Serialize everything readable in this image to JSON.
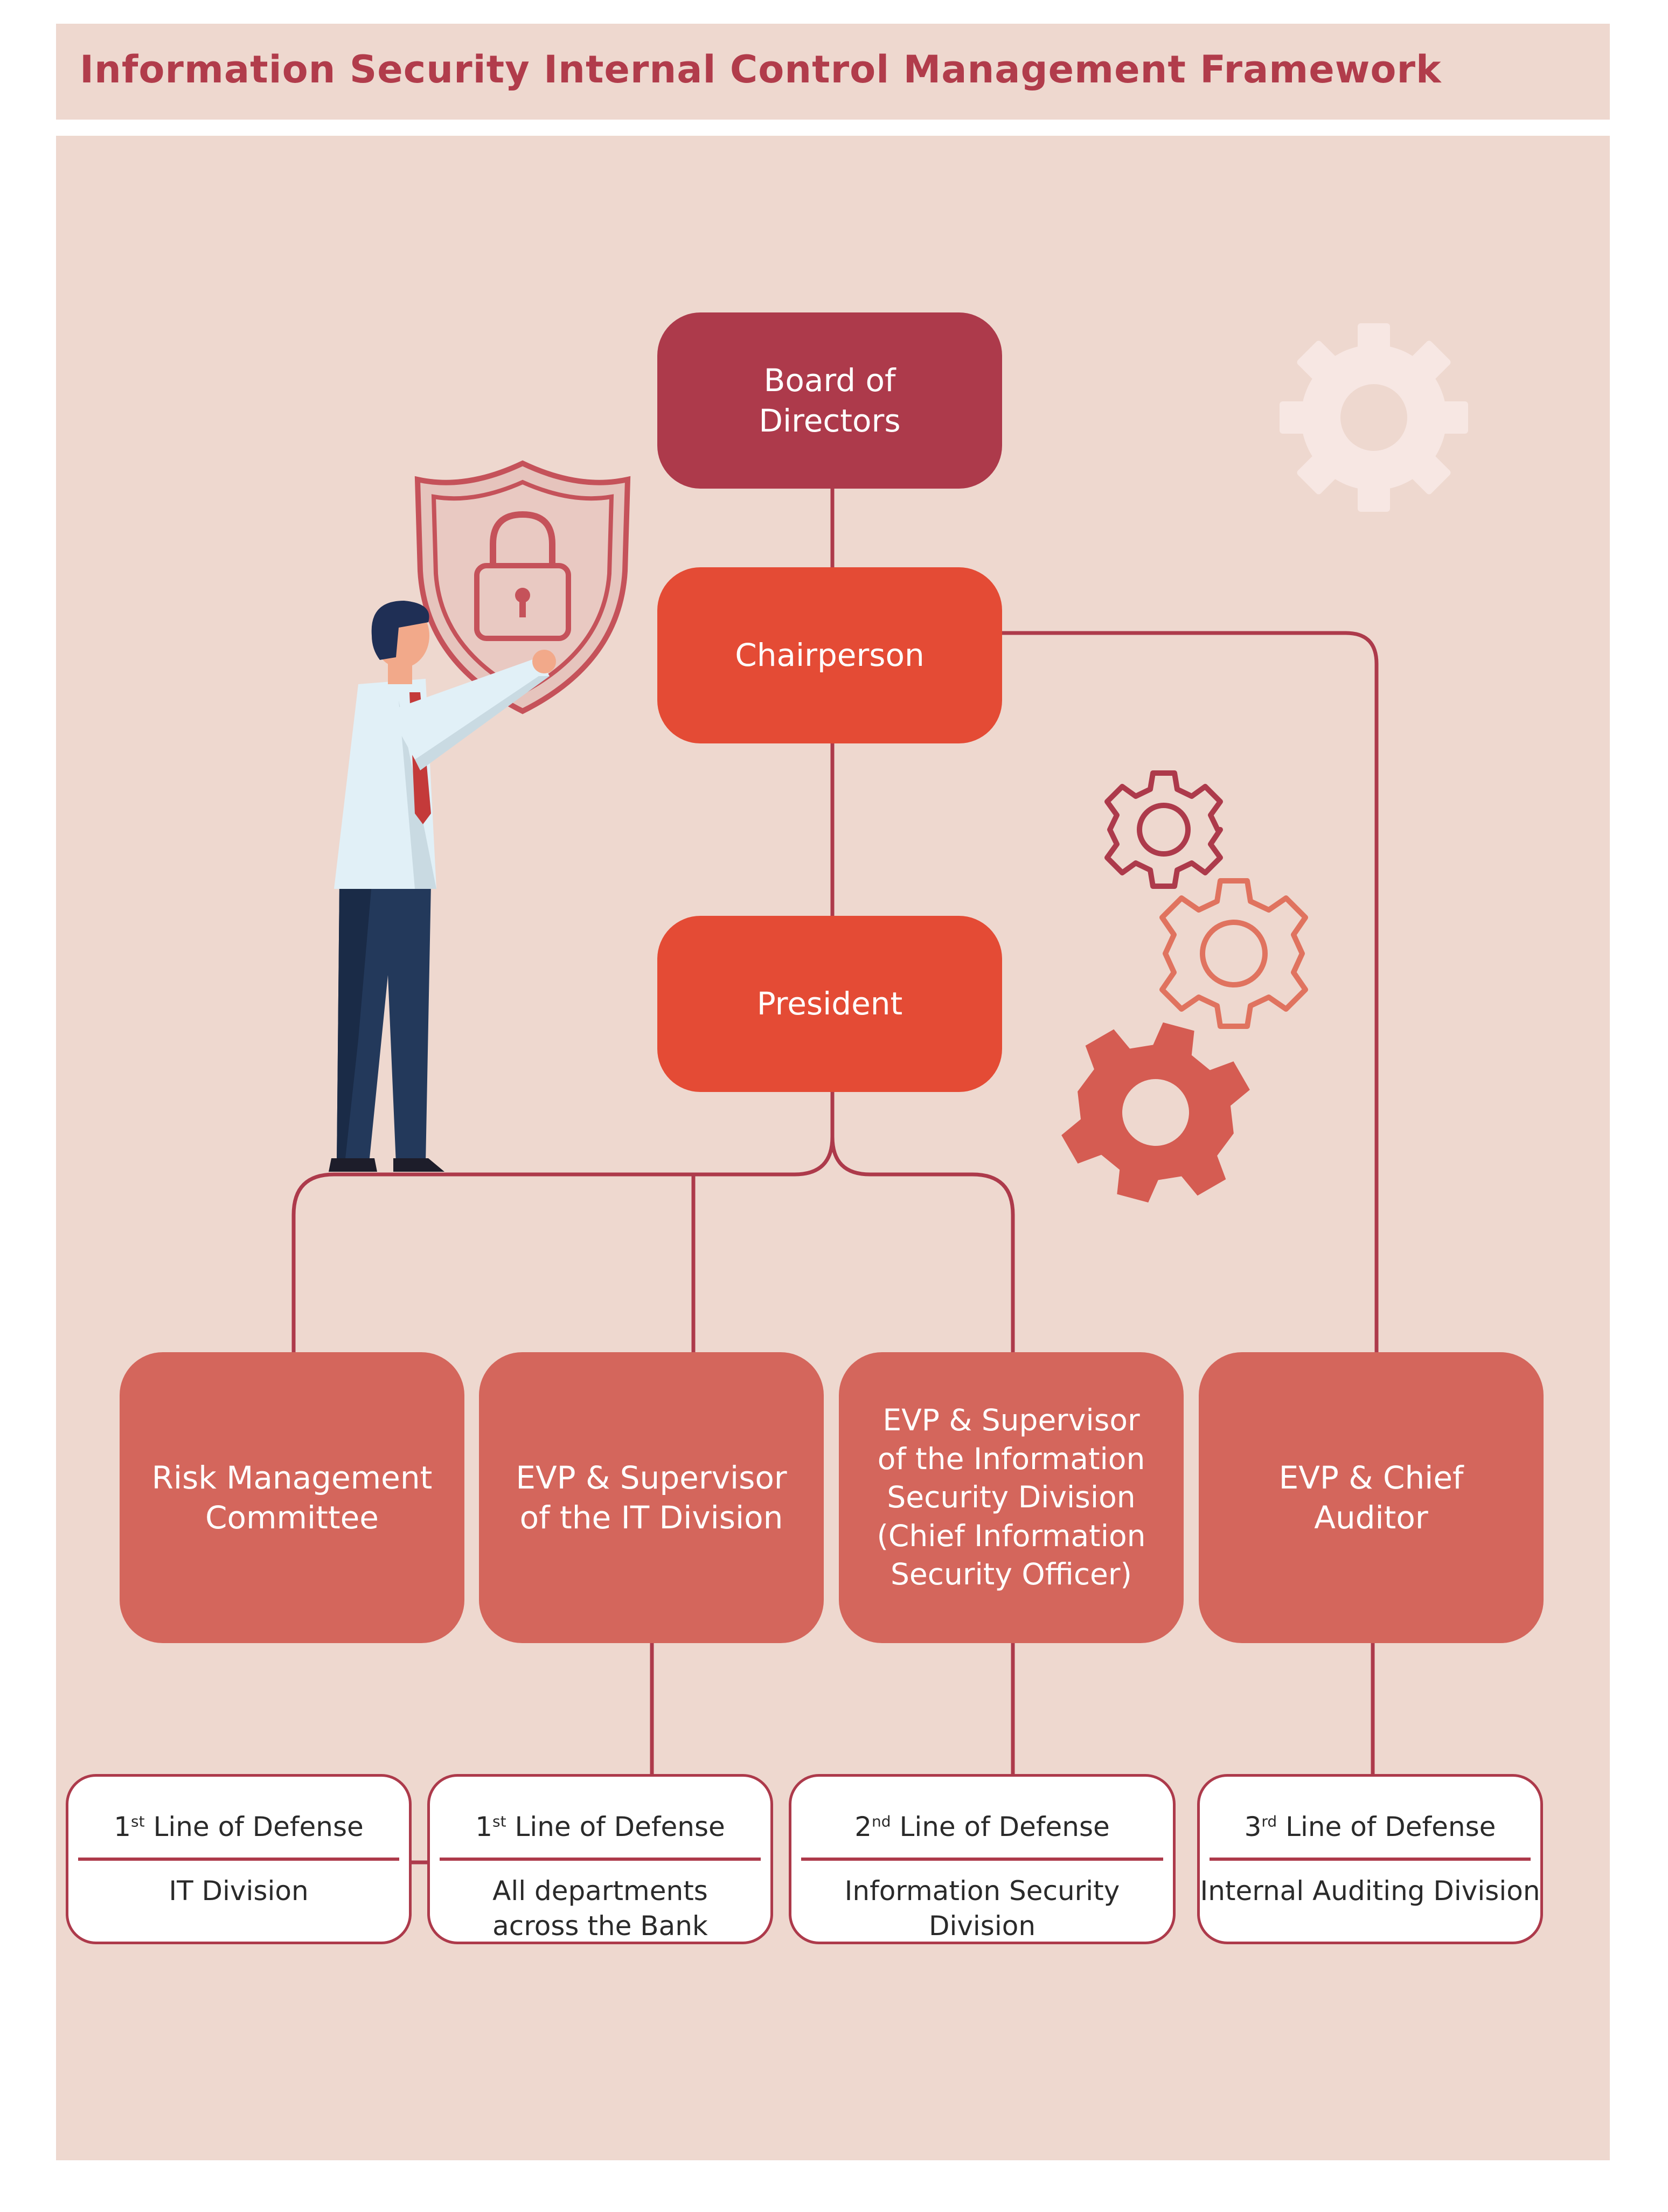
{
  "title": "Information Security Internal Control Management Framework",
  "org_chart": {
    "top": [
      {
        "id": "board",
        "label": "Board of\nDirectors"
      },
      {
        "id": "chairperson",
        "label": "Chairperson"
      },
      {
        "id": "president",
        "label": "President"
      }
    ],
    "units": [
      {
        "id": "risk",
        "label": "Risk Management\nCommittee"
      },
      {
        "id": "evp-it",
        "label": "EVP & Supervisor\nof the IT Division"
      },
      {
        "id": "evp-isd",
        "label": "EVP & Supervisor\nof the Information\nSecurity Division\n(Chief Information\nSecurity Officer)"
      },
      {
        "id": "evp-audit",
        "label": "EVP & Chief\nAuditor"
      }
    ],
    "defense_lines": [
      {
        "ordinal": "1",
        "suffix": "st",
        "head_rest": " Line of Defense",
        "body": "IT Division"
      },
      {
        "ordinal": "1",
        "suffix": "st",
        "head_rest": " Line of Defense",
        "body": "All departments\nacross the Bank"
      },
      {
        "ordinal": "2",
        "suffix": "nd",
        "head_rest": " Line of Defense",
        "body": "Information Security Division"
      },
      {
        "ordinal": "3",
        "suffix": "rd",
        "head_rest": " Line of Defense",
        "body": "Internal Auditing Division"
      }
    ]
  },
  "colors": {
    "background": "#eed8cf",
    "title": "#b13c4b",
    "board": "#ad3a4b",
    "executive": "#e44b35",
    "unit": "#d4665c",
    "line": "#ad3a4b"
  },
  "illustration": {
    "person_icon": "businessman-holding-shield",
    "shield_icon": "shield-lock-icon",
    "gear_icons": [
      "gear-icon",
      "gear-icon",
      "gear-icon",
      "gear-icon"
    ]
  }
}
